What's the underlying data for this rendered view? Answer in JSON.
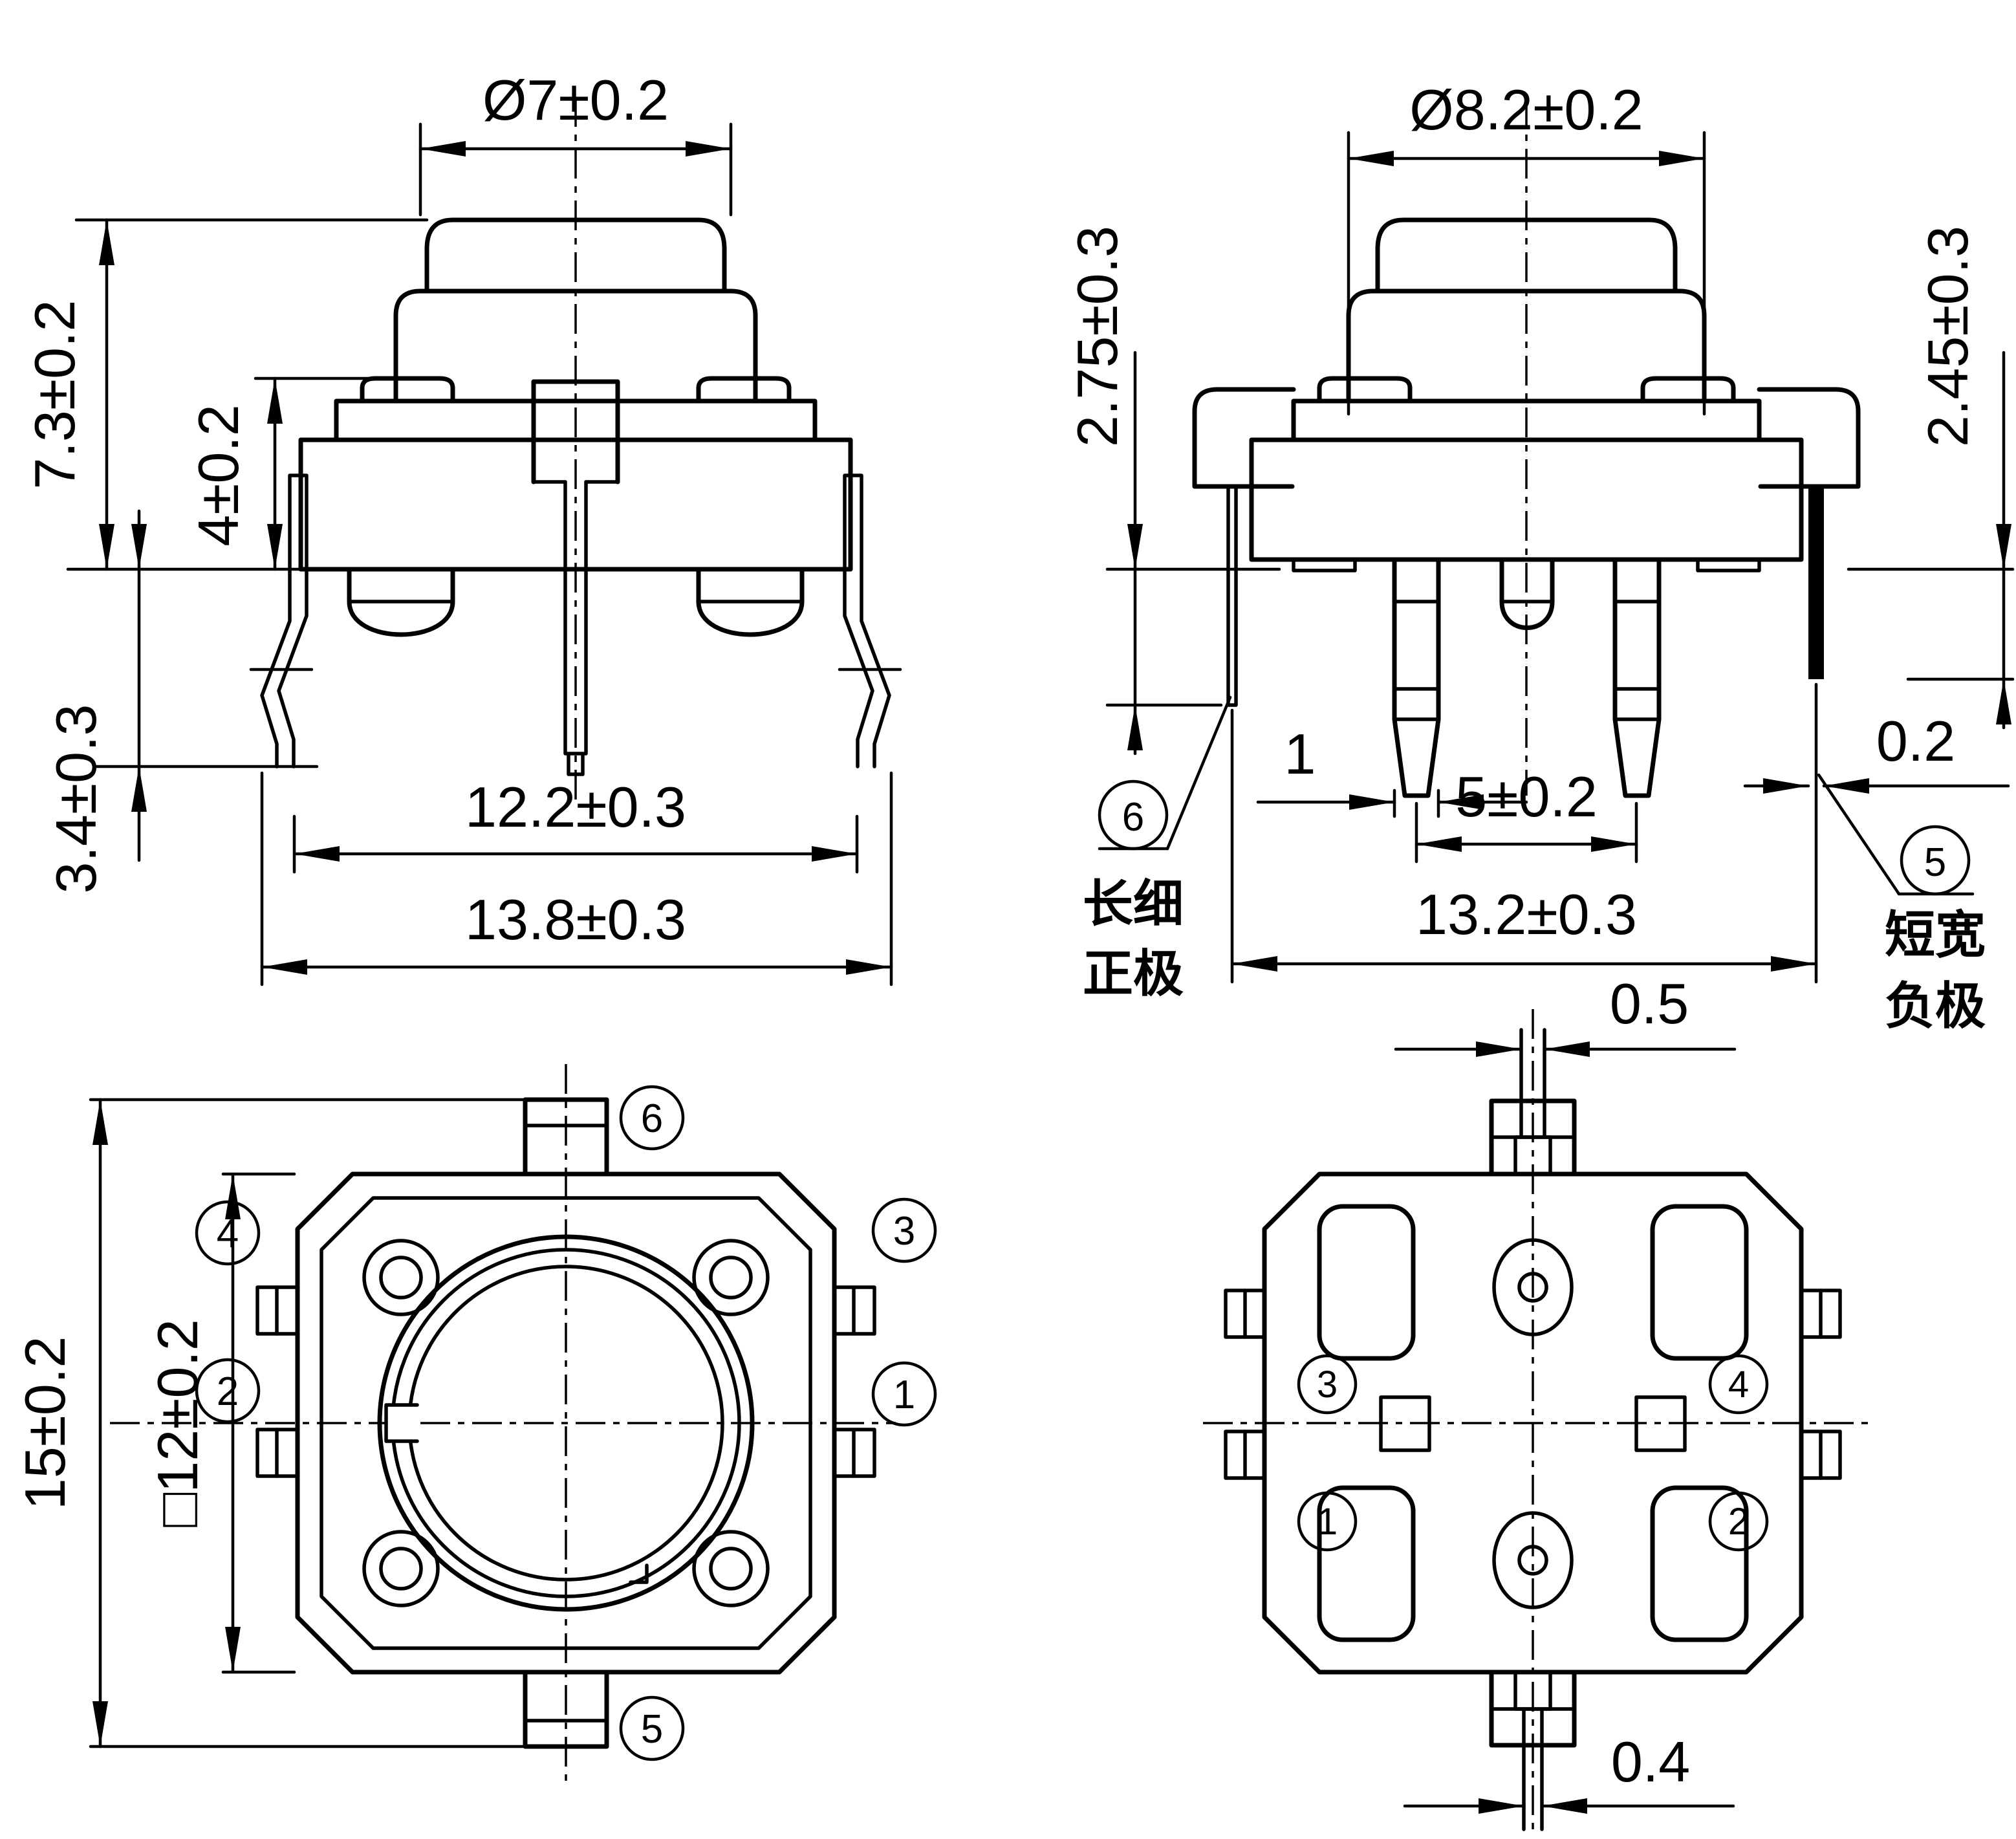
{
  "views": {
    "front": {
      "dims": {
        "cap_dia": "Ø7±0.2",
        "height_total": "7.3±0.2",
        "height_base": "4±0.2",
        "width_inner": "12.2±0.3",
        "width_outer": "13.8±0.3",
        "leg_below": "3.4±0.3"
      }
    },
    "side": {
      "dims": {
        "cap_dia": "Ø8.2±0.2",
        "pin_left_protrusion": "2.75±0.3",
        "pin_right_protrusion": "2.45±0.3",
        "led_pin_width": "1",
        "led_pin_pitch": "5±0.2",
        "tab_pin_thickness": "0.2",
        "pin_span": "13.2±0.3"
      },
      "callout_6": {
        "num": "6",
        "line1": "长细",
        "line2": "正极"
      },
      "callout_5": {
        "num": "5",
        "line1": "短宽",
        "line2": "负极"
      }
    },
    "top": {
      "dims": {
        "overall": "15±0.2",
        "body": "□12±0.2"
      },
      "labels": {
        "n1": "1",
        "n2": "2",
        "n3": "3",
        "n4": "4",
        "n5": "5",
        "n6": "6"
      }
    },
    "bottom": {
      "dims": {
        "pin_top_width": "0.5",
        "pin_bottom_width": "0.4"
      },
      "labels": {
        "n1": "1",
        "n2": "2",
        "n3": "3",
        "n4": "4"
      }
    }
  },
  "colors": {
    "line": "#000000",
    "bg": "#ffffff"
  }
}
